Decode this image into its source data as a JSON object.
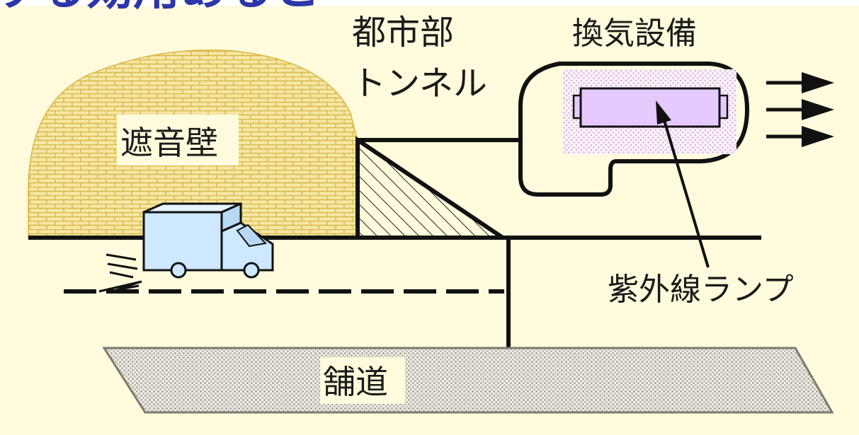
{
  "header": {
    "text": "する効用あると"
  },
  "labels": {
    "urban_tunnel_line1": "都市部",
    "urban_tunnel_line2": "トンネル",
    "ventilation": "換気設備",
    "sound_wall": "遮音壁",
    "uv_lamp": "紫外線ランプ",
    "pavement": "舗道"
  },
  "colors": {
    "background": "#fffbdc",
    "header_text": "#2d36a8",
    "brick_fill": "#f6e7a6",
    "brick_line": "#d8b845",
    "truck": "#cde8ff",
    "lamp": "#e6c9ff",
    "vent_dots": "#c9a3ea",
    "pavement": "#d2cfc8"
  },
  "icons": {
    "truck": "truck-icon",
    "arrows": "exhaust-arrow-icon"
  }
}
